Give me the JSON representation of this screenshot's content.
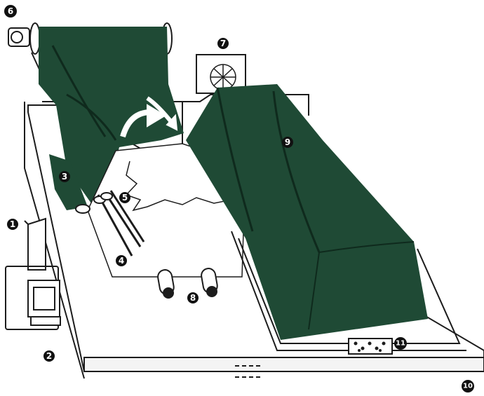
{
  "colors": {
    "drape": "#1f4a35",
    "drape_fold": "#0f2a1d",
    "outline": "#1c1c1c",
    "callout": "#111111",
    "paper": "#ffffff"
  },
  "icons": {
    "arrow": "curved-arrow-icon",
    "fan": "fan-icon",
    "monitor": "monitor-icon"
  },
  "callouts": [
    "1",
    "2",
    "3",
    "4",
    "5",
    "6",
    "7",
    "8",
    "9",
    "10",
    "11"
  ]
}
